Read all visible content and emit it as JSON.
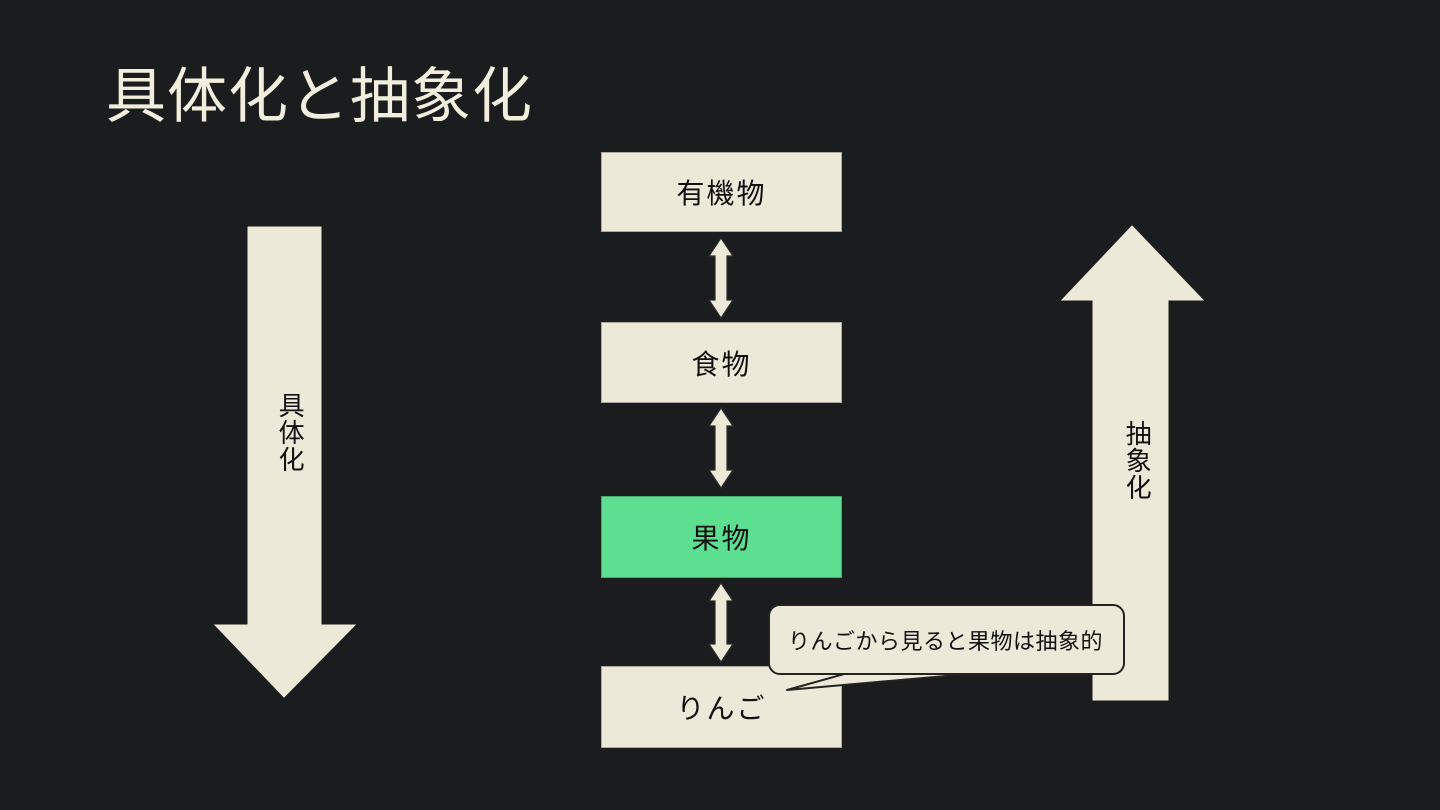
{
  "slide": {
    "title": "具体化と抽象化",
    "background_color": "#1a1c1e",
    "title_color": "#f2eedd"
  },
  "palette": {
    "box_fill": "#ece9d8",
    "box_text": "#111111",
    "highlight_fill": "#5ddf91",
    "arrow_fill": "#ece9d8",
    "callout_border": "#232323"
  },
  "hierarchy": {
    "name": "abstraction-ladder",
    "levels": [
      {
        "label": "有機物",
        "highlighted": false
      },
      {
        "label": "食物",
        "highlighted": false
      },
      {
        "label": "果物",
        "highlighted": true
      },
      {
        "label": "りんご",
        "highlighted": false
      }
    ],
    "connectors": [
      {
        "between": "有機物-食物",
        "style": "double-headed-vertical"
      },
      {
        "between": "食物-果物",
        "style": "double-headed-vertical"
      },
      {
        "between": "果物-りんご",
        "style": "double-headed-vertical"
      }
    ]
  },
  "side_arrows": {
    "left": {
      "label": "具体化",
      "direction": "down"
    },
    "right": {
      "label": "抽象化",
      "direction": "up"
    }
  },
  "callout": {
    "text": "りんごから見ると果物は抽象的",
    "points_to": "りんご"
  }
}
